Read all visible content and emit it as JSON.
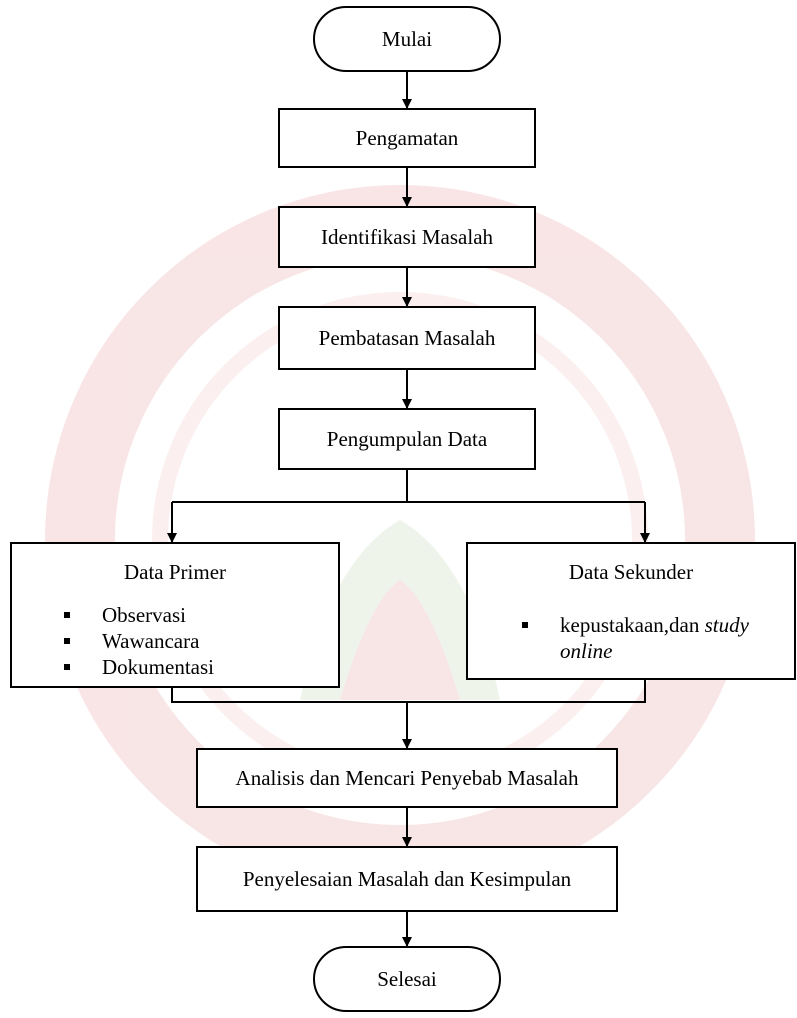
{
  "flowchart": {
    "start": "Mulai",
    "steps": [
      "Pengamatan",
      "Identifikasi Masalah",
      "Pembatasan Masalah",
      "Pengumpulan Data"
    ],
    "primary": {
      "title": "Data Primer",
      "items": [
        "Observasi",
        "Wawancara",
        "Dokumentasi"
      ]
    },
    "secondary": {
      "title": "Data Sekunder",
      "item_plain": "kepustakaan,dan ",
      "item_italic_1": "study",
      "item_italic_2": "online"
    },
    "after": [
      "Analisis dan Mencari Penyebab Masalah",
      "Penyelesaian Masalah dan Kesimpulan"
    ],
    "end": "Selesai"
  },
  "colors": {
    "line": "#000000",
    "watermark": "#e8a3a3",
    "watermark_leaf": "#c9d9b8"
  }
}
